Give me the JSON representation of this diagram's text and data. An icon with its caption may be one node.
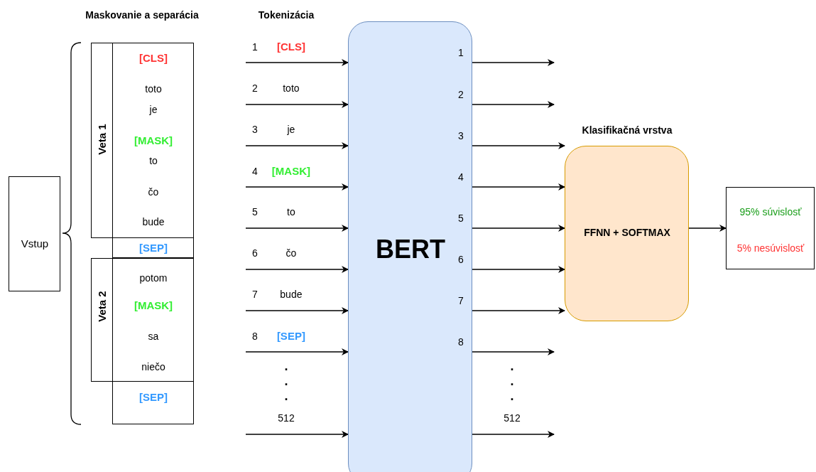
{
  "diagram": {
    "nodes": [
      {
        "text": [
          "Vstup"
        ]
      },
      {
        "text": [
          "Veta 1",
          "[CLS]",
          "toto",
          "je",
          "[MASK]",
          "to",
          "čo",
          "bude"
        ]
      },
      {
        "text": [
          "[SEP]"
        ]
      },
      {
        "text": [
          "Veta 2",
          "potom",
          "[MASK]",
          "sa",
          "niečo"
        ]
      },
      {
        "text": [
          "[SEP]"
        ]
      },
      {
        "text": [
          "BERT"
        ]
      },
      {
        "text": [
          "Klasifikačná vrstva",
          "FFNN + SOFTMAX"
        ]
      },
      {
        "text": [
          "95% súvislosť",
          "5% nesúvislosť"
        ]
      }
    ],
    "edges": [
      {
        "from": null,
        "to": 5,
        "arrow": "to",
        "label": "1 [CLS]"
      },
      {
        "from": null,
        "to": 5,
        "arrow": "to",
        "label": "2 toto"
      },
      {
        "from": null,
        "to": 5,
        "arrow": "to",
        "label": "3 je"
      },
      {
        "from": null,
        "to": 5,
        "arrow": "to",
        "label": "4 [MASK]"
      },
      {
        "from": null,
        "to": 5,
        "arrow": "to",
        "label": "5 to"
      },
      {
        "from": null,
        "to": 5,
        "arrow": "to",
        "label": "6 čo"
      },
      {
        "from": null,
        "to": 5,
        "arrow": "to",
        "label": "7 bude"
      },
      {
        "from": null,
        "to": 5,
        "arrow": "to",
        "label": "8 [SEP]"
      },
      {
        "from": null,
        "to": 5,
        "arrow": "to",
        "label": "512"
      },
      {
        "from": 5,
        "to": null,
        "arrow": "to",
        "label": "1"
      },
      {
        "from": 5,
        "to": null,
        "arrow": "to",
        "label": "2"
      },
      {
        "from": 5,
        "to": 6,
        "arrow": "to",
        "label": "3"
      },
      {
        "from": 5,
        "to": 6,
        "arrow": "to",
        "label": "4"
      },
      {
        "from": 5,
        "to": 6,
        "arrow": "to",
        "label": "5"
      },
      {
        "from": 5,
        "to": 6,
        "arrow": "to",
        "label": "6"
      },
      {
        "from": 5,
        "to": 6,
        "arrow": "to",
        "label": "7"
      },
      {
        "from": 5,
        "to": null,
        "arrow": "to",
        "label": "8"
      },
      {
        "from": 5,
        "to": null,
        "arrow": "to",
        "label": "512"
      },
      {
        "from": 6,
        "to": 7,
        "arrow": "to"
      }
    ],
    "labels": [
      "Maskovanie a separácia",
      "Tokenizácia",
      ".",
      ".",
      ".",
      ".",
      ".",
      "."
    ]
  }
}
